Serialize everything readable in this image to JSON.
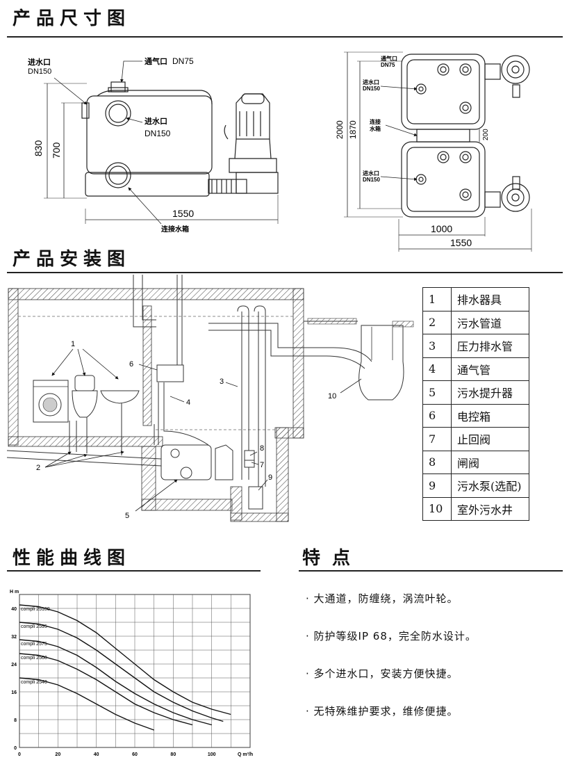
{
  "sections": {
    "dimensions": "产品尺寸图",
    "install": "产品安装图",
    "curve": "性能曲线图",
    "features": "特 点"
  },
  "dim_left": {
    "inlet_top_label": "进水口",
    "inlet_top_size": "DN150",
    "vent_label": "通气口",
    "vent_size": "DN75",
    "inlet_mid_label": "进水口",
    "inlet_mid_size": "DN150",
    "height_total": "830",
    "height_inner": "700",
    "width": "1550",
    "tank_label": "连接水箱"
  },
  "dim_right": {
    "vent_label": "通气口",
    "vent_size": "DN75",
    "inlet_top_label": "进水口",
    "inlet_top_size": "DN150",
    "tank_label1": "连接",
    "tank_label2": "水箱",
    "gap": "200",
    "inlet_bottom_label": "进水口",
    "inlet_bottom_size": "DN150",
    "height_total": "2000",
    "height_inner": "1870",
    "width_inner": "1000",
    "width_total": "1550"
  },
  "install": {
    "callouts": [
      "1",
      "2",
      "3",
      "4",
      "5",
      "6",
      "7",
      "8",
      "9",
      "10"
    ],
    "legend": [
      {
        "num": "1",
        "name": "排水器具"
      },
      {
        "num": "2",
        "name": "污水管道"
      },
      {
        "num": "3",
        "name": "压力排水管"
      },
      {
        "num": "4",
        "name": "通气管"
      },
      {
        "num": "5",
        "name": "污水提升器"
      },
      {
        "num": "6",
        "name": "电控箱"
      },
      {
        "num": "7",
        "name": "止回阀"
      },
      {
        "num": "8",
        "name": " 闸阀"
      },
      {
        "num": "9",
        "name": "污水泵(选配)"
      },
      {
        "num": "10",
        "name": "室外污水井"
      }
    ]
  },
  "chart_data": {
    "type": "line",
    "ylabel": "H m",
    "xlabel": "Q m³/h",
    "xlim": [
      0,
      120
    ],
    "ylim": [
      0,
      44
    ],
    "xticks": [
      "0",
      "20",
      "40",
      "60",
      "80",
      "100"
    ],
    "yticks": [
      "0",
      "8",
      "16",
      "24",
      "32",
      "40"
    ],
    "grid": true,
    "series": [
      {
        "name": "compli 25100",
        "x": [
          0,
          10,
          20,
          30,
          40,
          50,
          60,
          70,
          80,
          90,
          100,
          110
        ],
        "y": [
          41,
          40.5,
          39,
          36.5,
          33,
          28.5,
          24,
          19.5,
          16,
          13,
          11,
          9.5
        ]
      },
      {
        "name": "compli 2595",
        "x": [
          0,
          10,
          20,
          30,
          40,
          50,
          60,
          70,
          80,
          90,
          100,
          106
        ],
        "y": [
          36,
          35.5,
          34,
          31.5,
          28,
          24,
          20,
          16,
          13,
          10.5,
          8.5,
          7.5
        ]
      },
      {
        "name": "compli 2575",
        "x": [
          0,
          10,
          20,
          30,
          40,
          50,
          60,
          70,
          80,
          90,
          100
        ],
        "y": [
          31,
          30.5,
          29,
          26.5,
          23,
          19,
          15.5,
          12.5,
          10,
          8,
          6.5
        ]
      },
      {
        "name": "compli 2560",
        "x": [
          0,
          10,
          20,
          30,
          40,
          50,
          60,
          70,
          80,
          90
        ],
        "y": [
          27,
          26.5,
          25,
          22.5,
          19.5,
          16,
          12.5,
          10,
          8,
          6.5
        ]
      },
      {
        "name": "compli 2540",
        "x": [
          0,
          10,
          20,
          30,
          40,
          50,
          60,
          70
        ],
        "y": [
          20,
          19.5,
          18,
          15.5,
          12.5,
          9.5,
          7,
          5
        ]
      }
    ]
  },
  "features": [
    "· 大通道，防缠绕，涡流叶轮。",
    "· 防护等级IP 68，完全防水设计。",
    "· 多个进水口，安装方便快捷。",
    "· 无特殊维护要求，维修便捷。"
  ]
}
